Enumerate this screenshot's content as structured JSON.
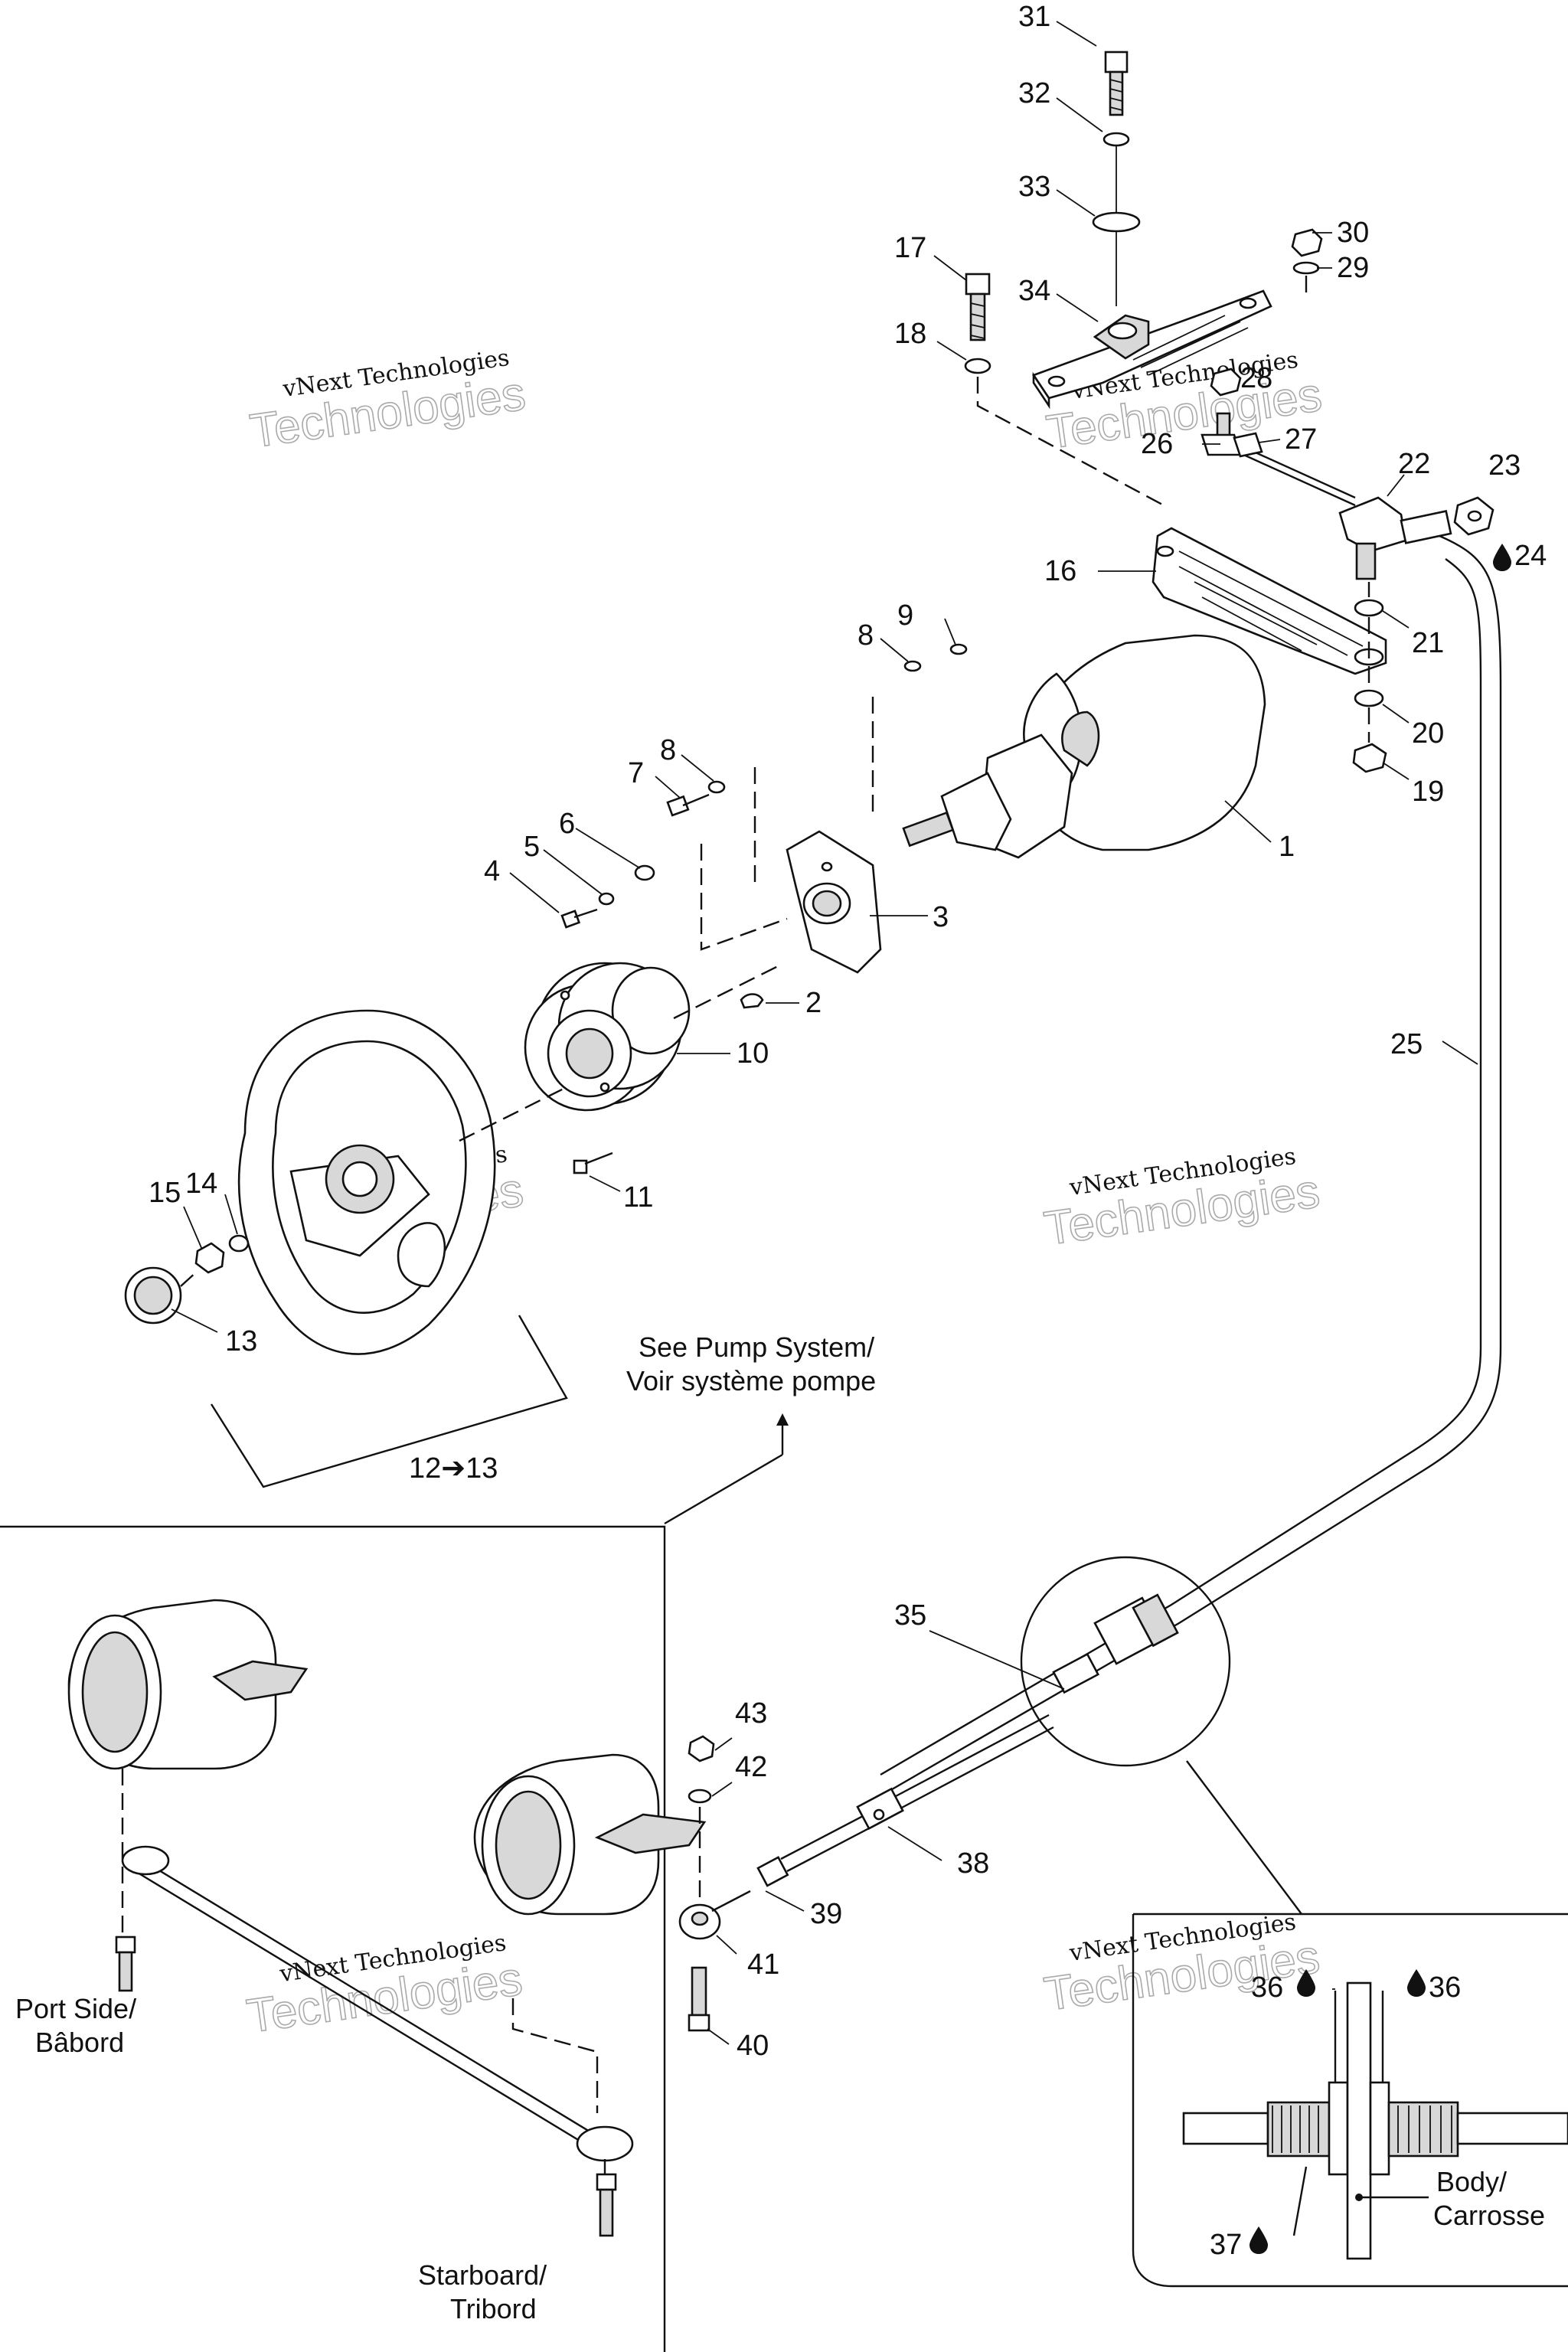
{
  "callouts": [
    {
      "n": "31"
    },
    {
      "n": "32"
    },
    {
      "n": "33"
    },
    {
      "n": "30"
    },
    {
      "n": "29"
    },
    {
      "n": "17"
    },
    {
      "n": "34"
    },
    {
      "n": "18"
    },
    {
      "n": "28"
    },
    {
      "n": "26"
    },
    {
      "n": "27"
    },
    {
      "n": "22"
    },
    {
      "n": "23"
    },
    {
      "n": "24"
    },
    {
      "n": "16"
    },
    {
      "n": "21"
    },
    {
      "n": "9"
    },
    {
      "n": "8"
    },
    {
      "n": "20"
    },
    {
      "n": "19"
    },
    {
      "n": "8"
    },
    {
      "n": "7"
    },
    {
      "n": "1"
    },
    {
      "n": "6"
    },
    {
      "n": "5"
    },
    {
      "n": "4"
    },
    {
      "n": "3"
    },
    {
      "n": "2"
    },
    {
      "n": "10"
    },
    {
      "n": "25"
    },
    {
      "n": "11"
    },
    {
      "n": "14"
    },
    {
      "n": "15"
    },
    {
      "n": "13"
    },
    {
      "n": "12➔13"
    },
    {
      "n": "35"
    },
    {
      "n": "43"
    },
    {
      "n": "42"
    },
    {
      "n": "38"
    },
    {
      "n": "39"
    },
    {
      "n": "41"
    },
    {
      "n": "40"
    },
    {
      "n": "36"
    },
    {
      "n": "36"
    },
    {
      "n": "37"
    }
  ],
  "notes": {
    "pump_line1": "See Pump System/",
    "pump_line2": "Voir système pompe",
    "port_line1": "Port Side/",
    "port_line2": "Bâbord",
    "starboard_line1": "Starboard/",
    "starboard_line2": "Tribord",
    "body_line1": "Body/",
    "body_line2": "Carrosse"
  },
  "watermark": {
    "line1": "vNext Technologies",
    "line2": "Technologies",
    "line3": "vNext"
  }
}
